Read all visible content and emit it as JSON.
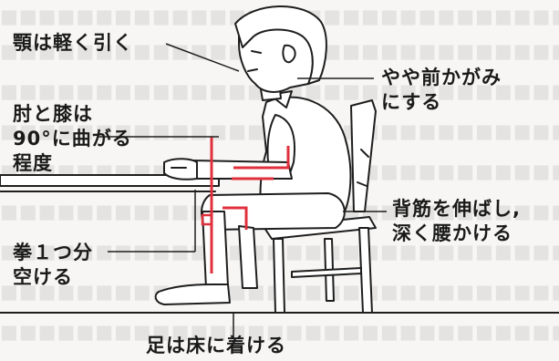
{
  "labels": {
    "chin": "顎は軽く引く",
    "lean": "やや前かがみ\nにする",
    "elbow_knee": "肘と膝は\n90°に曲がる\n程度",
    "back": "背筋を伸ばし,\n深く腰かける",
    "fist": "拳１つ分\n空ける",
    "feet": "足は床に着ける"
  },
  "colors": {
    "guide_red": "#e0303c",
    "outline": "#1e1e1e",
    "figure_fill": "#ffffff",
    "background": "#f7f6f4"
  }
}
